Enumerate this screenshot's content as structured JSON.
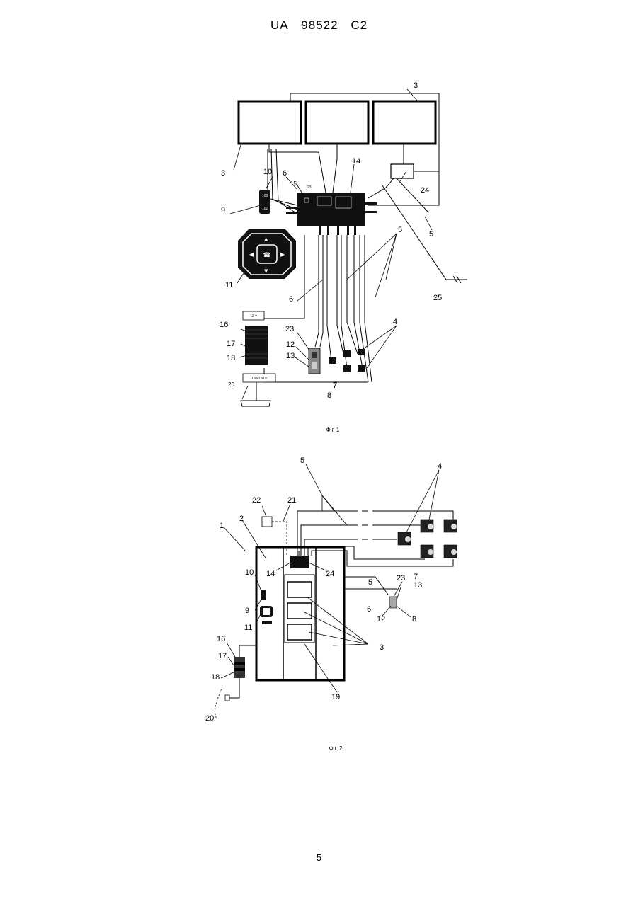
{
  "header": {
    "country": "UA",
    "number": "98522",
    "kind": "C2"
  },
  "page_number": "5",
  "fig1": {
    "caption": "Фіг. 1",
    "labels": {
      "l3a": "3",
      "l3b": "3",
      "l14": "14",
      "l10": "10",
      "l6a": "6",
      "l15": "15",
      "l23a": "23",
      "l24": "24",
      "l9": "9",
      "l5a": "5",
      "l5b": "5",
      "l11": "11",
      "l6b": "6",
      "l25": "25",
      "l16": "16",
      "l23b": "23",
      "l4": "4",
      "l17": "17",
      "l12": "12",
      "l18": "18",
      "l13": "13",
      "l7": "7",
      "l8": "8",
      "l20": "20"
    },
    "psu_top": "12 v",
    "psu_bottom": "110/220 v"
  },
  "fig2": {
    "caption": "Фіг. 2",
    "labels": {
      "l5a": "5",
      "l4": "4",
      "l22": "22",
      "l21": "21",
      "l1": "1",
      "l2": "2",
      "l10": "10",
      "l14": "14",
      "l24": "24",
      "l23": "23",
      "l7": "7",
      "l5b": "5",
      "l13": "13",
      "l9": "9",
      "l6": "6",
      "l12": "12",
      "l8": "8",
      "l11": "11",
      "l3": "3",
      "l16": "16",
      "l17": "17",
      "l18": "18",
      "l19": "19",
      "l20": "20"
    }
  }
}
